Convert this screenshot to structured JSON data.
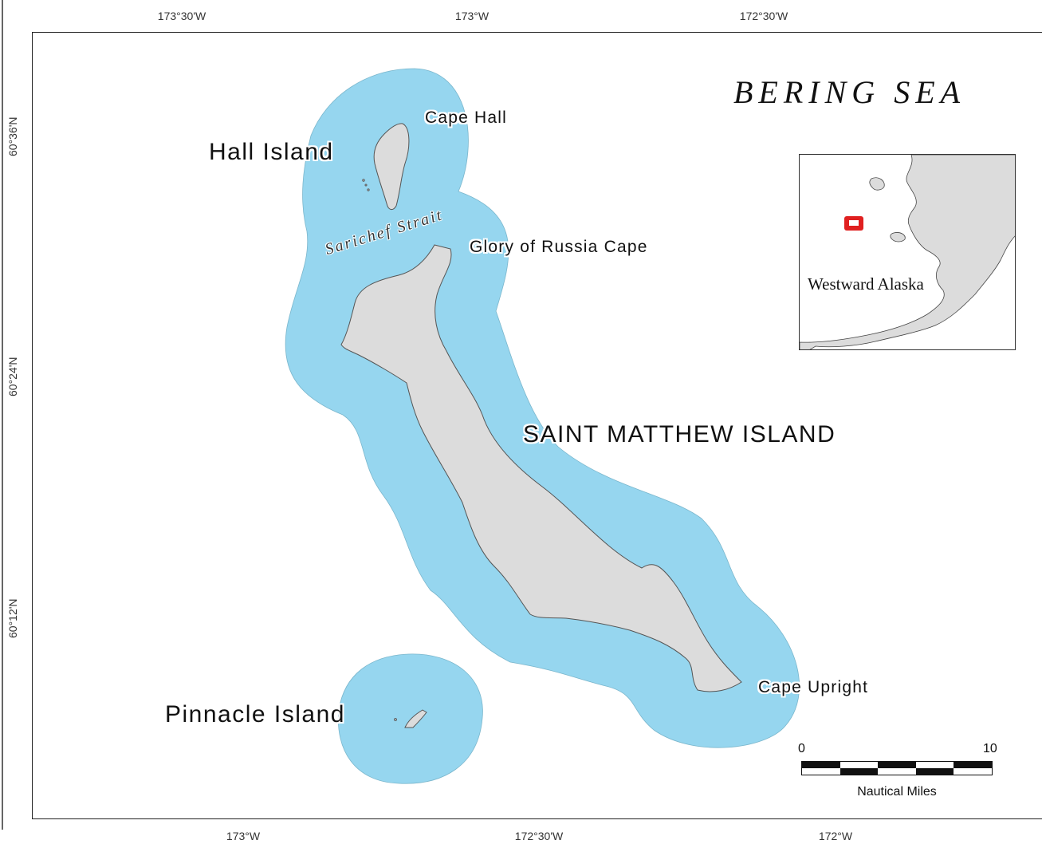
{
  "graticule": {
    "top": [
      "173°30'W",
      "173°W",
      "172°30'W"
    ],
    "bottom": [
      "173°W",
      "172°30'W",
      "172°W"
    ],
    "left": [
      "60°36'N",
      "60°24'N",
      "60°12'N"
    ]
  },
  "labels": {
    "sea": "BERING SEA",
    "hall_island": "Hall Island",
    "cape_hall": "Cape Hall",
    "strait": "Sarichef Strait",
    "glory_cape": "Glory of Russia Cape",
    "saint_matthew": "SAINT MATTHEW ISLAND",
    "cape_upright": "Cape Upright",
    "pinnacle_island": "Pinnacle Island"
  },
  "inset": {
    "label": "Westward Alaska"
  },
  "scale_bar": {
    "start": "0",
    "end": "10",
    "unit": "Nautical Miles"
  },
  "colors": {
    "water_buffer": "#96d6ef",
    "land": "#dcdcdc",
    "land_outline": "#555555",
    "inset_marker": "#e02020",
    "background": "#ffffff"
  }
}
